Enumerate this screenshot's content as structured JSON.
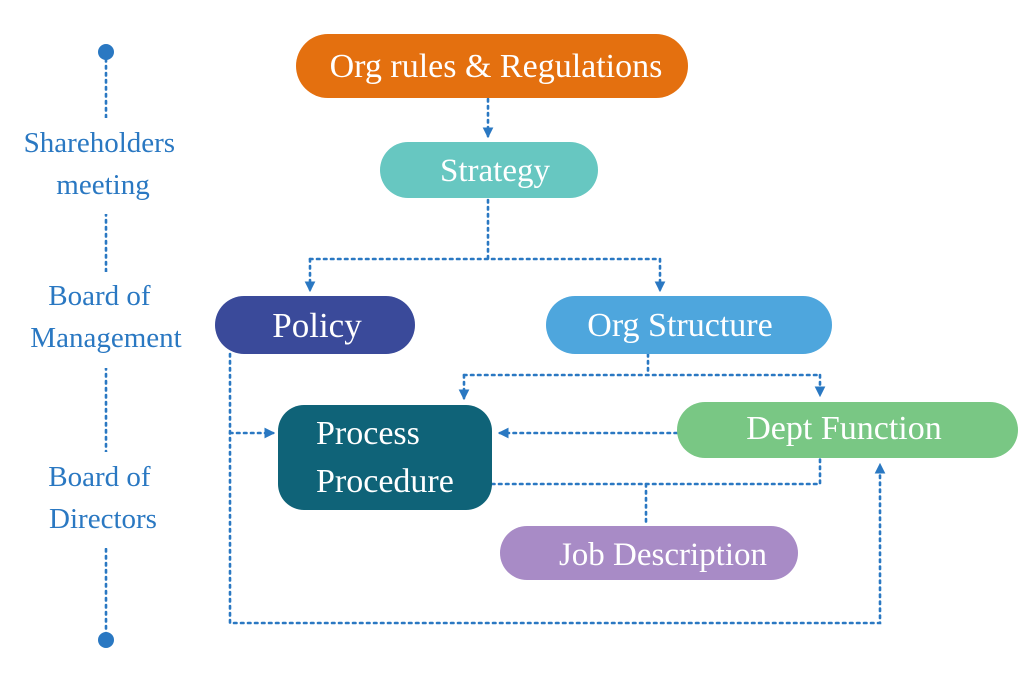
{
  "colors": {
    "connector": "#2a78c2",
    "side_text": "#2a78c2",
    "org_rules": "#e4700f",
    "strategy": "#67c7c1",
    "policy": "#3a4a9a",
    "org_structure": "#4ea6dd",
    "process": "#0f6378",
    "dept_function": "#79c784",
    "job_description": "#a88bc6"
  },
  "side_labels": {
    "shareholders": [
      "Shareholders",
      "meeting"
    ],
    "management": [
      "Board of",
      "Management"
    ],
    "directors": [
      "Board of",
      "Directors"
    ]
  },
  "nodes": {
    "org_rules": "Org rules & Regulations",
    "strategy": "Strategy",
    "policy": "Policy",
    "org_structure": "Org Structure",
    "process": [
      "Process",
      "Procedure"
    ],
    "dept_function": "Dept Function",
    "job_description": "Job Description"
  }
}
